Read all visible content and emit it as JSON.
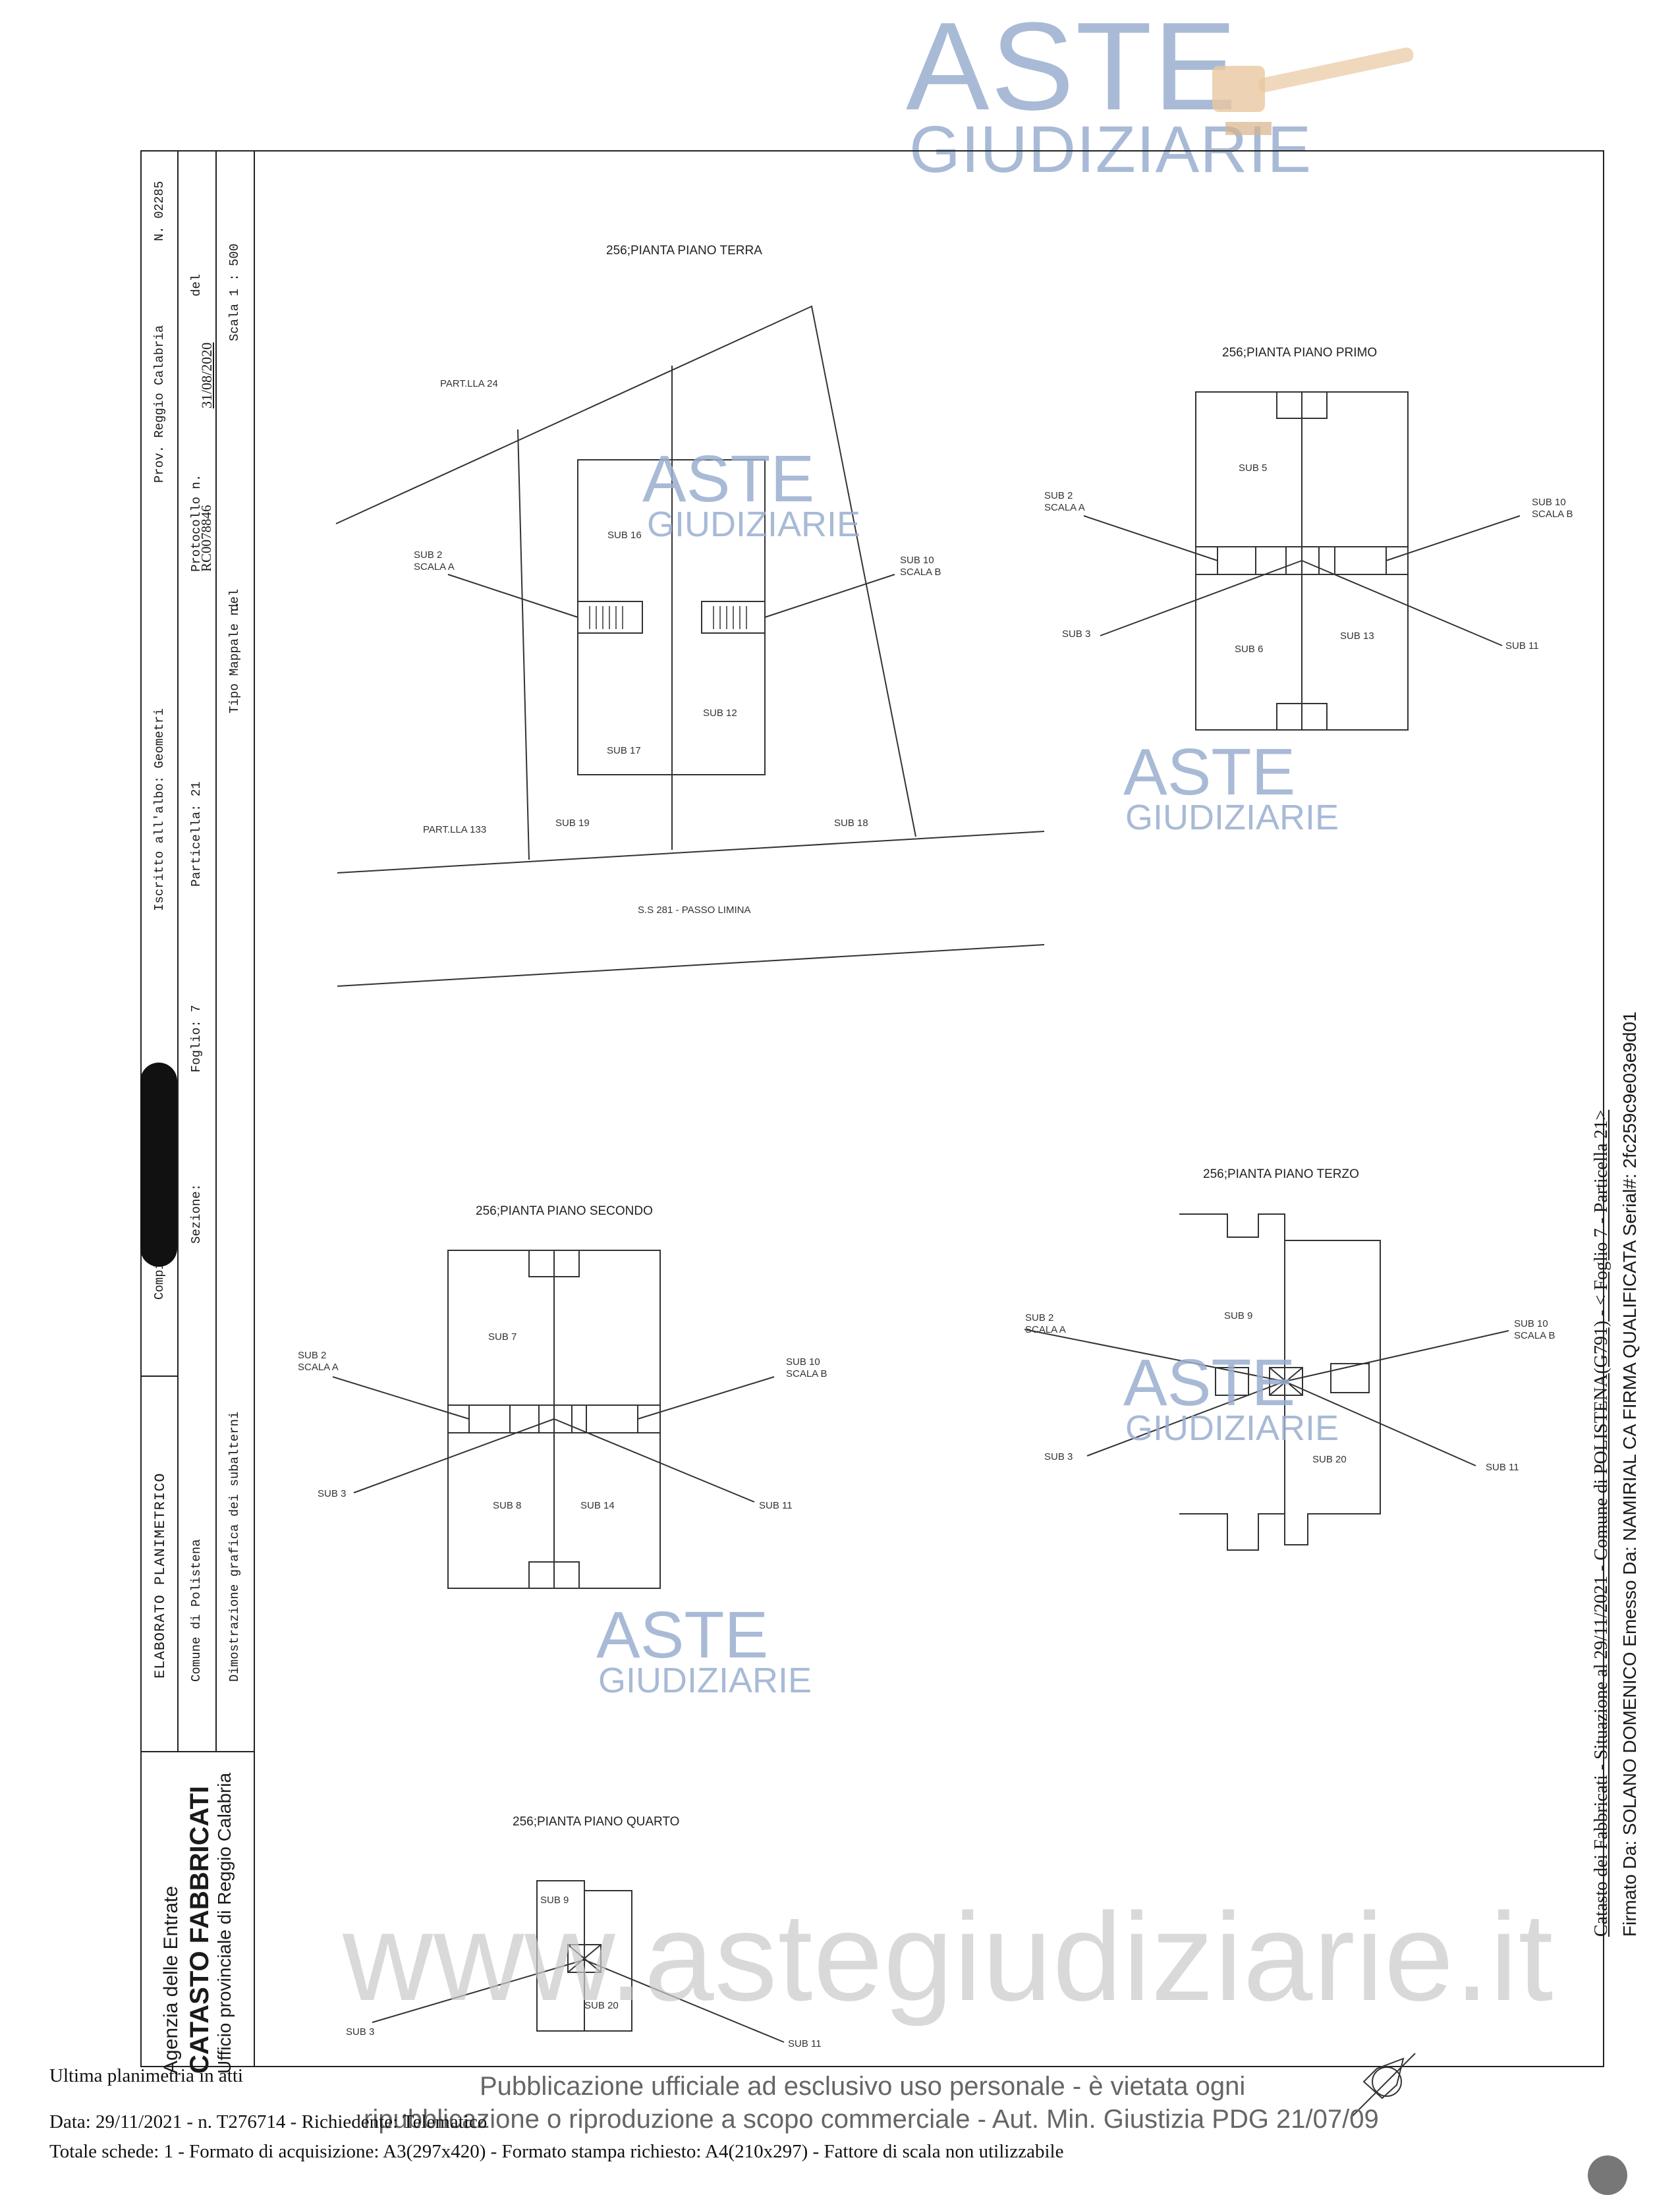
{
  "header_watermark": {
    "aste": "ASTE",
    "giudiziarie": "GIUDIZIARIE"
  },
  "sidebar": {
    "col1": {
      "left": "ELABORATO PLANIMETRICO",
      "mid": "Compilato da:",
      "right": "Iscritto all'albo: Geometri",
      "far": "Prov. Reggio Calabria",
      "num": "N. 02285"
    },
    "col2": {
      "left": "Comune di Polistena",
      "mid": "Sezione:",
      "foglio": "Foglio: 7",
      "particella": "Particella: 21",
      "protocollo_label": "Protocollo n.",
      "protocollo_val": "RC0078846",
      "date": "31/08/2020",
      "del": "del"
    },
    "col3": {
      "left": "Dimostrazione grafica dei subalterni",
      "tipo": "Tipo Mappale n.",
      "del": "del",
      "scala": "Scala 1 : 500"
    },
    "agency": {
      "line1": "Agenzia delle Entrate",
      "line2": "CATASTO FABBRICATI",
      "line3": "Ufficio provinciale di  Reggio Calabria"
    }
  },
  "plans": {
    "terra": {
      "title": "256;PIANTA PIANO TERRA",
      "part24": "PART.LLA 24",
      "part133": "PART.LLA 133",
      "sub16": "SUB 16",
      "sub17": "SUB 17",
      "sub12": "SUB 12",
      "sub19": "SUB 19",
      "sub18": "SUB 18",
      "sub2": "SUB 2",
      "scalaA": "SCALA A",
      "sub10": "SUB 10",
      "scalaB": "SCALA B",
      "road": "S.S 281 - PASSO LIMINA"
    },
    "primo": {
      "title": "256;PIANTA PIANO PRIMO",
      "sub5": "SUB 5",
      "sub6": "SUB 6",
      "sub13": "SUB 13",
      "sub2": "SUB 2",
      "scalaA": "SCALA A",
      "sub10": "SUB 10",
      "scalaB": "SCALA B",
      "sub3": "SUB 3",
      "sub11": "SUB 11"
    },
    "secondo": {
      "title": "256;PIANTA PIANO SECONDO",
      "sub7": "SUB 7",
      "sub8": "SUB 8",
      "sub14": "SUB 14",
      "sub2": "SUB 2",
      "scalaA": "SCALA A",
      "sub10": "SUB 10",
      "scalaB": "SCALA B",
      "sub3": "SUB 3",
      "sub11": "SUB 11"
    },
    "terzo": {
      "title": "256;PIANTA PIANO TERZO",
      "sub9": "SUB 9",
      "sub20": "SUB 20",
      "sub2": "SUB 2",
      "scalaA": "SCALA A",
      "sub10": "SUB 10",
      "scalaB": "SCALA B",
      "sub3": "SUB 3",
      "sub11": "SUB 11"
    },
    "quarto": {
      "title": "256;PIANTA PIANO QUARTO",
      "sub9": "SUB 9",
      "sub20": "SUB 20",
      "sub3": "SUB 3",
      "sub11": "SUB 11"
    }
  },
  "inline_watermark": {
    "aste": "ASTE",
    "giudiziarie": "GIUDIZIARIE"
  },
  "site_watermark": "www.astegiudiziarie.it",
  "publication_notice": {
    "line1": "Pubblicazione ufficiale ad esclusivo uso personale - è vietata ogni",
    "line2": "ripubblicazione o riproduzione a scopo commerciale - Aut. Min. Giustizia PDG 21/07/09"
  },
  "right_margin": {
    "line1": "Catasto dei Fabbricati - Situazione al 29/11/2021 - Comune di POLISTENA(G791) - < Foglio 7 - Particella 21>",
    "line2": "Firmato Da: SOLANO DOMENICO Emesso Da: NAMIRIAL CA FIRMA QUALIFICATA Serial#: 2fc259c9e03e9d01"
  },
  "footer": {
    "line1": "Ultima planimetria in atti",
    "line2": "Data: 29/11/2021 - n. T276714 - Richiedente: Telematico",
    "line3": "Totale schede: 1 - Formato di acquisizione: A3(297x420)  - Formato stampa richiesto: A4(210x297) - Fattore di scala non utilizzabile"
  }
}
